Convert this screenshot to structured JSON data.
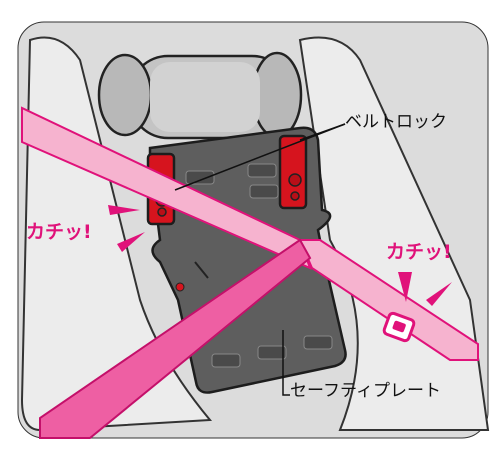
{
  "labels": {
    "belt_lock": "ベルトロック",
    "safety_plate": "セーフティプレート",
    "click_left": "カチッ!",
    "click_right": "カチッ!"
  },
  "colors": {
    "background": "#d9d9d9",
    "seat": "#e8e8e8",
    "outline": "#222222",
    "belt_pink": "#f4a9c8",
    "belt_edge": "#e0127a",
    "lock_red": "#d6141e",
    "plate_gray": "#595959",
    "click_pink": "#e0127a"
  }
}
